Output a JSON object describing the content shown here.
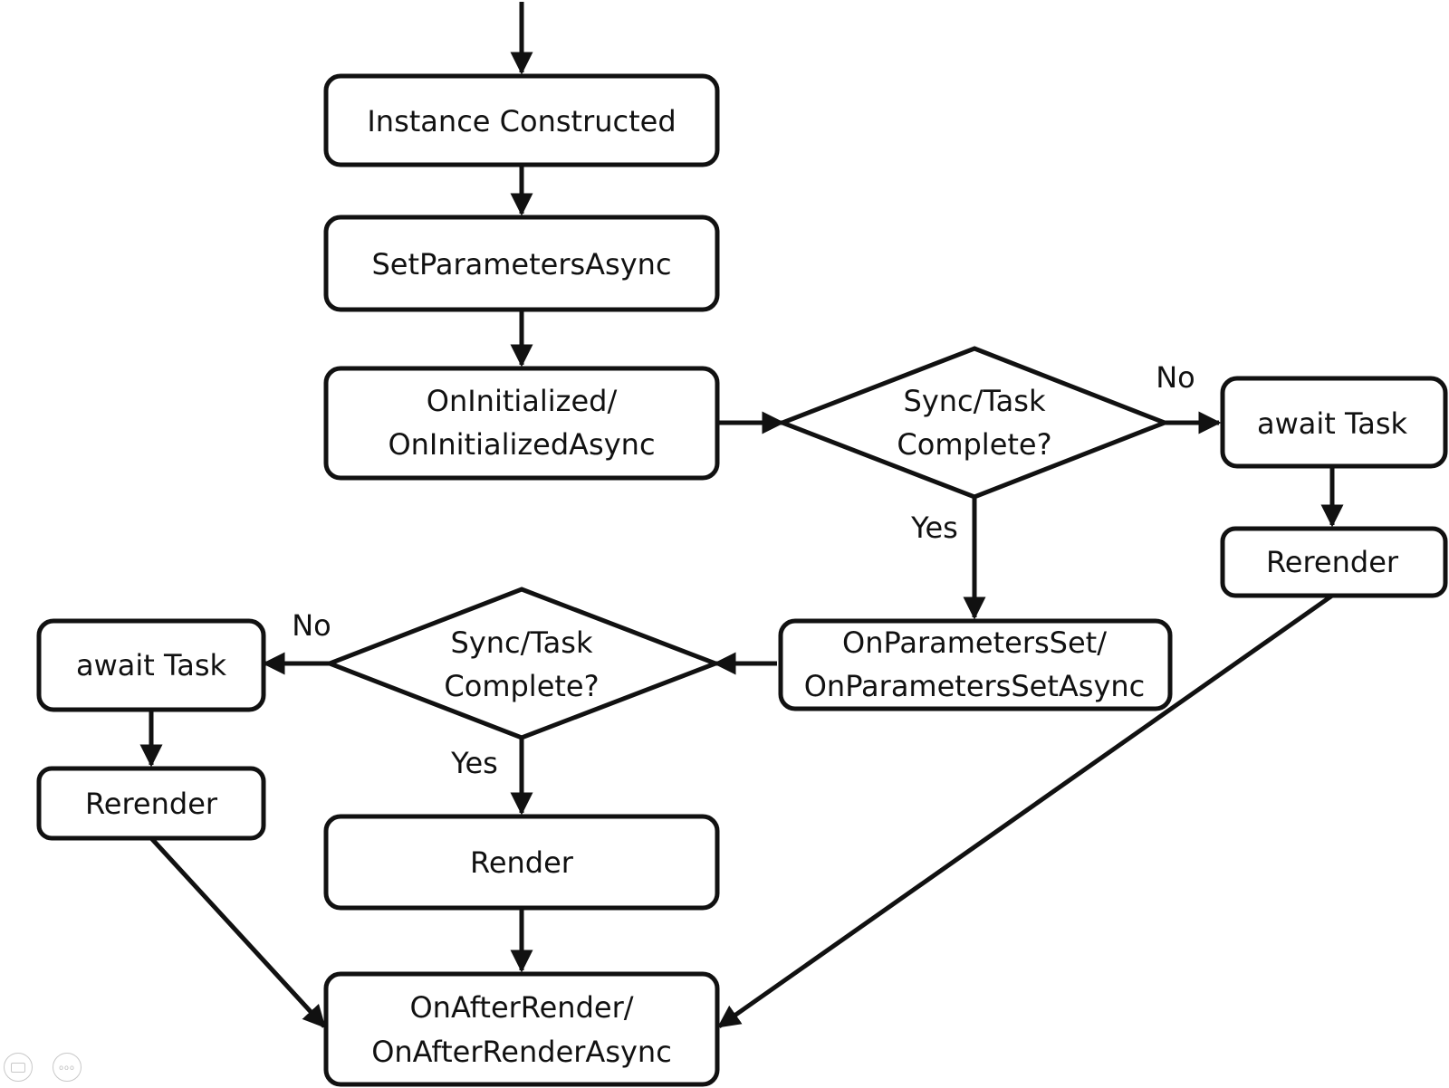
{
  "nodes": {
    "instance_constructed": "Instance Constructed",
    "set_parameters_async": "SetParametersAsync",
    "on_initialized": [
      "OnInitialized/",
      "OnInitializedAsync"
    ],
    "decision_1": [
      "Sync/Task",
      "Complete?"
    ],
    "await_task_right": "await Task",
    "rerender_right": "Rerender",
    "on_parameters_set": [
      "OnParametersSet/",
      "OnParametersSetAsync"
    ],
    "decision_2": [
      "Sync/Task",
      "Complete?"
    ],
    "await_task_left": "await Task",
    "rerender_left": "Rerender",
    "render": "Render",
    "on_after_render": [
      "OnAfterRender/",
      "OnAfterRenderAsync"
    ]
  },
  "edge_labels": {
    "decision_1_no": "No",
    "decision_1_yes": "Yes",
    "decision_2_no": "No",
    "decision_2_yes": "Yes"
  },
  "viewer_controls": {
    "left_icon": "keyboard-icon",
    "right_icon": "more-options-icon"
  }
}
